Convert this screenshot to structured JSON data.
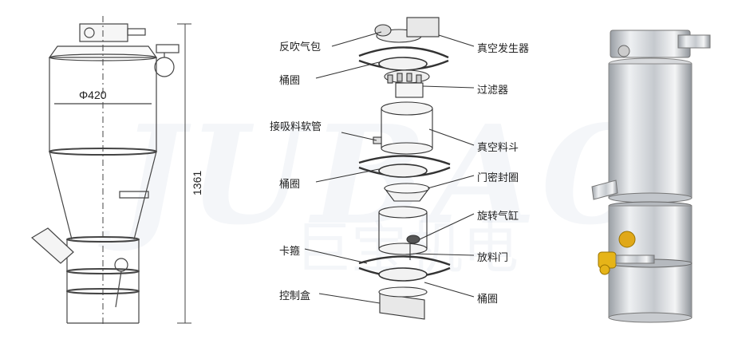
{
  "watermark": {
    "logo": "JUBAO",
    "subtitle": "巨宝机电"
  },
  "drawing": {
    "diameter_label": "Φ420",
    "height_label": "1361"
  },
  "exploded": {
    "left_labels": [
      "反吹气包",
      "桶圈",
      "接吸料软管",
      "桶圈",
      "卡箍",
      "控制盒"
    ],
    "right_labels": [
      "真空发生器",
      "过滤器",
      "真空料斗",
      "门密封圈",
      "旋转气缸",
      "放料门",
      "桶圈"
    ]
  }
}
